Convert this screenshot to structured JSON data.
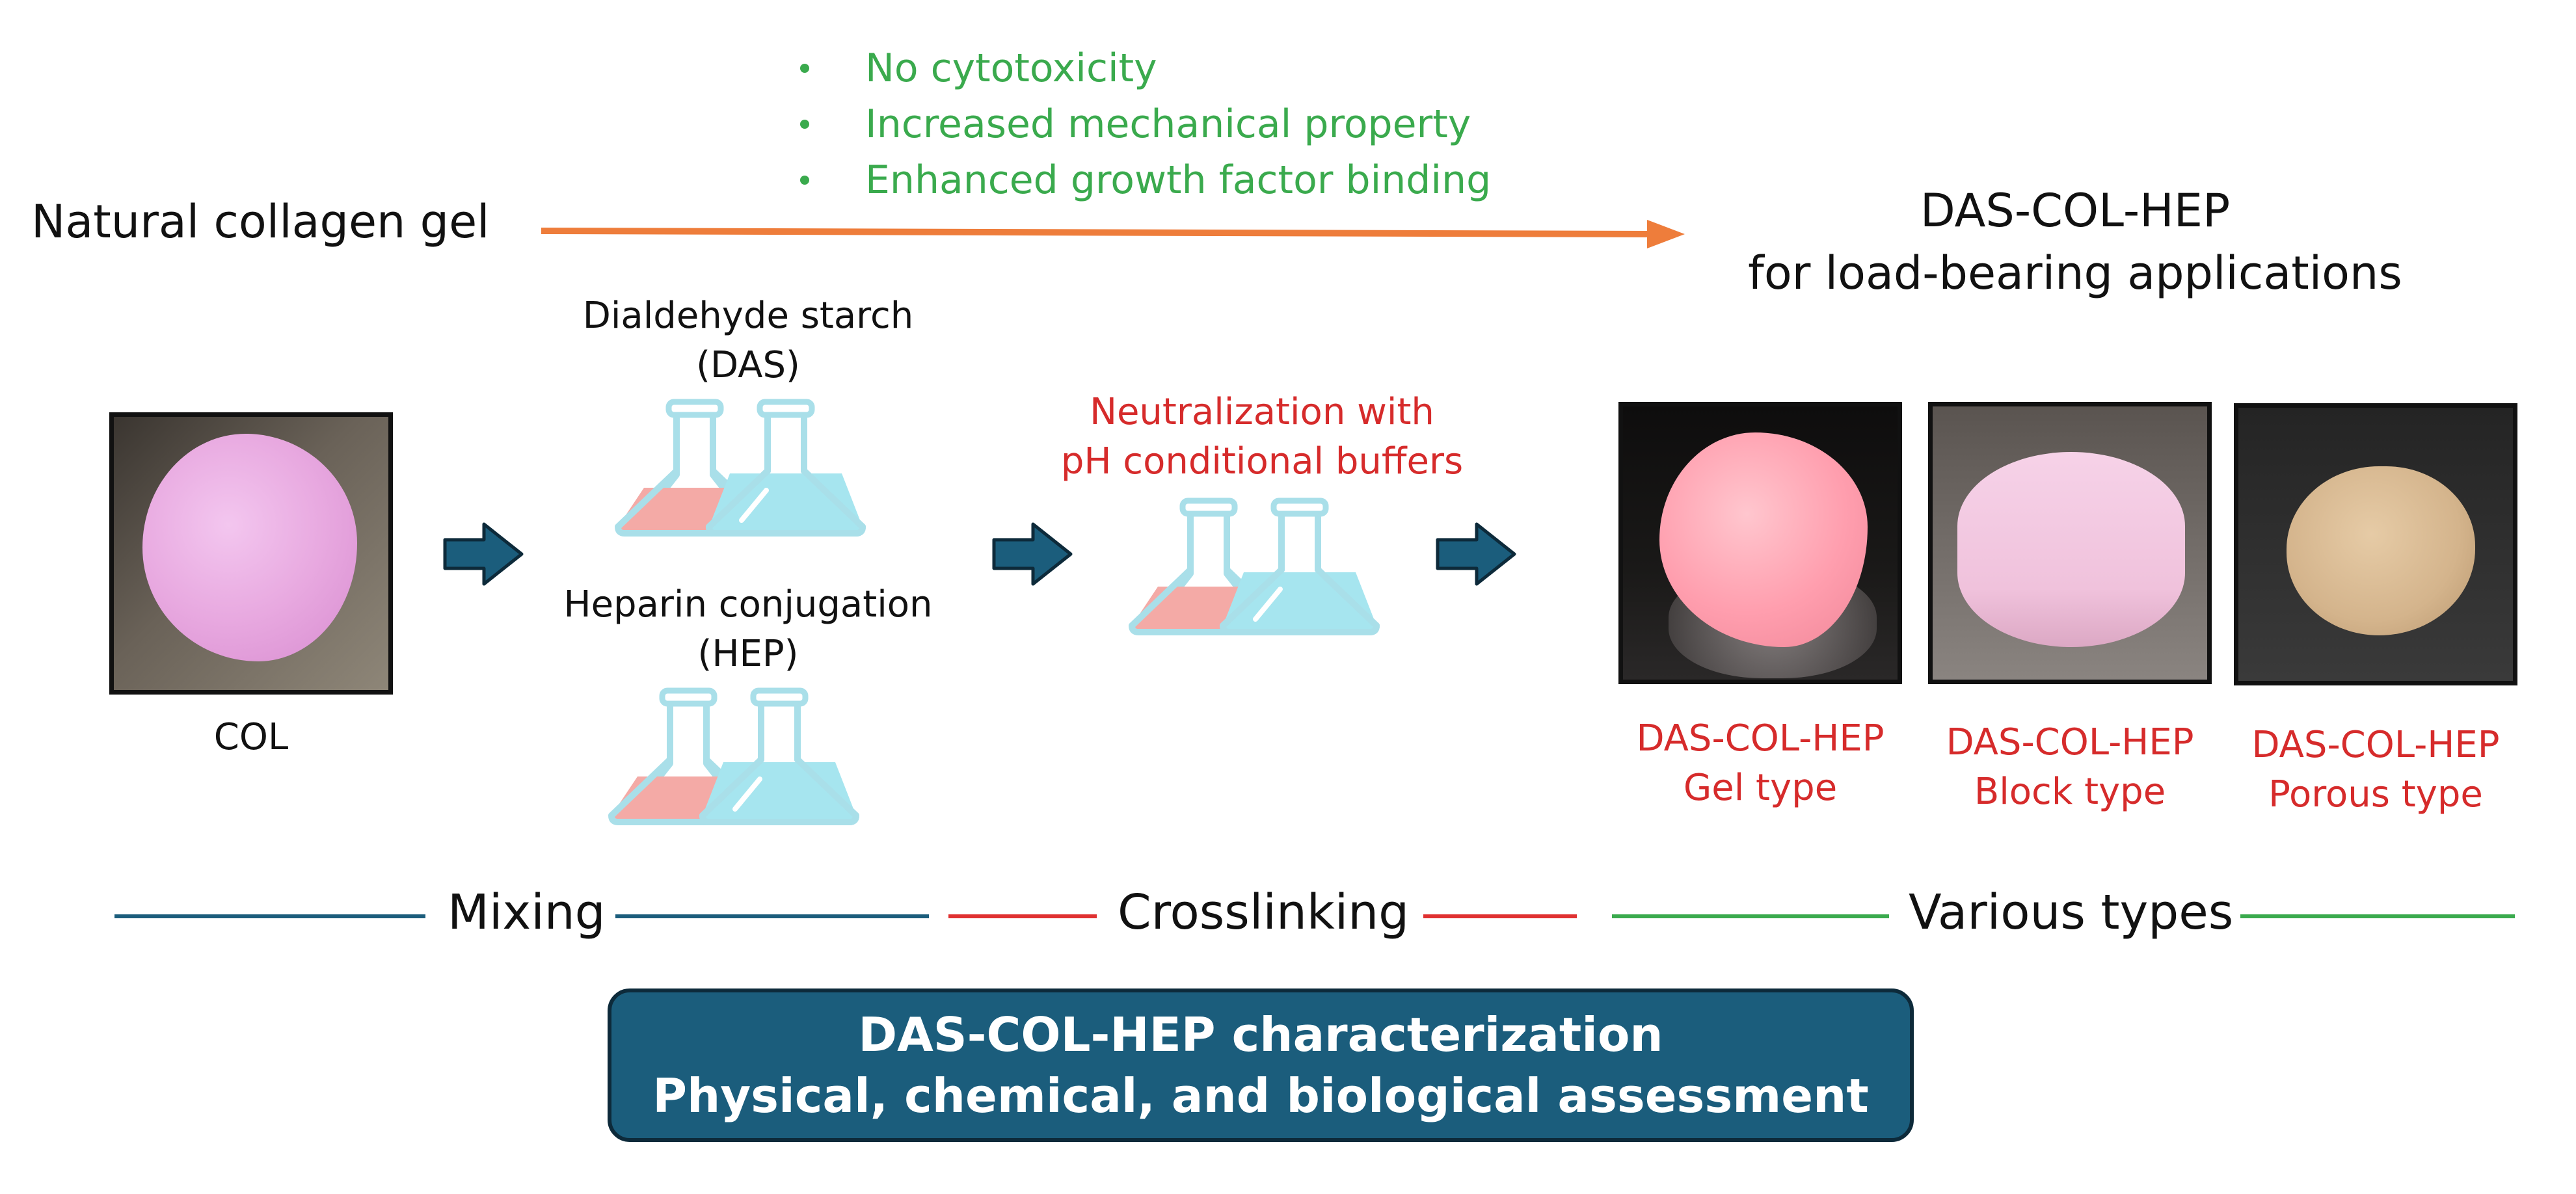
{
  "benefits": [
    "No cytotoxicity",
    "Increased mechanical property",
    "Enhanced growth factor binding"
  ],
  "natural_label": "Natural collagen gel",
  "product": {
    "line1": "DAS-COL-HEP",
    "line2": "for load-bearing applications"
  },
  "col_label": "COL",
  "das": {
    "line1": "Dialdehyde starch",
    "line2": "(DAS)"
  },
  "hep": {
    "line1": "Heparin conjugation",
    "line2": "(HEP)"
  },
  "neutralization": {
    "line1": "Neutralization with",
    "line2": "pH conditional buffers"
  },
  "types": [
    {
      "line1": "DAS-COL-HEP",
      "line2": "Gel type"
    },
    {
      "line1": "DAS-COL-HEP",
      "line2": "Block type"
    },
    {
      "line1": "DAS-COL-HEP",
      "line2": "Porous type"
    }
  ],
  "sections": [
    {
      "label": "Mixing",
      "color": "#1b5d7c"
    },
    {
      "label": "Crosslinking",
      "color": "#e03131"
    },
    {
      "label": "Various types",
      "color": "#3aaa4d"
    }
  ],
  "summary": {
    "line1": "DAS-COL-HEP characterization",
    "line2": "Physical, chemical, and biological assessment"
  },
  "colors": {
    "benefit_green": "#3aaa4d",
    "accent_red": "#d62b2b",
    "orange_arrow": "#ee7d3b",
    "navy": "#1b5d7c",
    "flask_pink": "#f4aaa6",
    "flask_cyan": "#a6e5ef",
    "flask_outline": "#a9dfe9"
  }
}
